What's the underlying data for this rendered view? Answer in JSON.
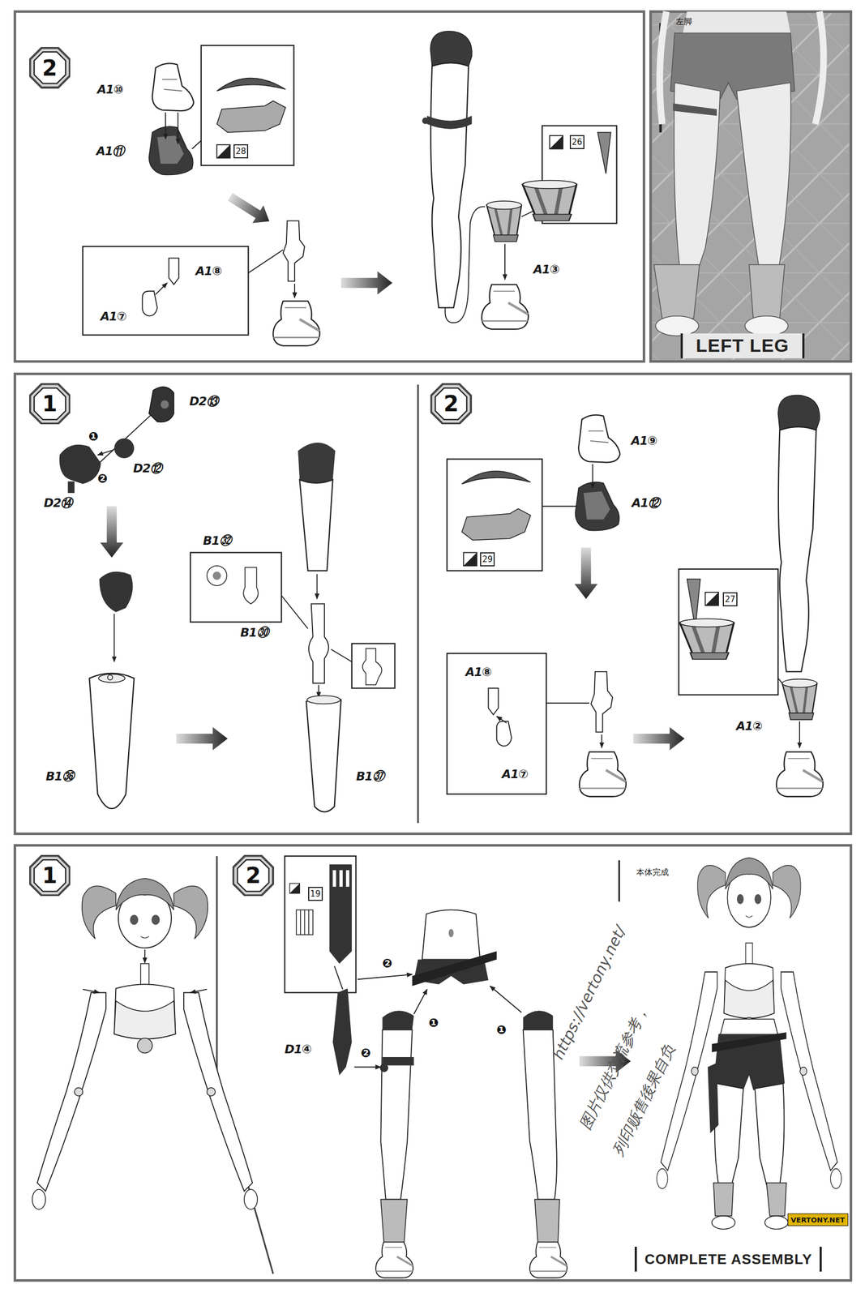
{
  "diagram": {
    "nodes": [
      {
        "text": [
          "2"
        ]
      },
      {
        "text": [
          "28"
        ]
      },
      {
        "text": [
          "26"
        ]
      },
      {
        "text": [
          "LEFT LEG"
        ]
      },
      {
        "text": [
          "1"
        ]
      },
      {
        "text": [
          "2"
        ]
      },
      {
        "text": [
          "29"
        ]
      },
      {
        "text": [
          "27"
        ]
      },
      {
        "text": [
          "1"
        ]
      },
      {
        "text": [
          "2"
        ]
      },
      {
        "text": [
          "19"
        ]
      },
      {
        "text": [
          "COMPLETE ASSEMBLY"
        ]
      }
    ],
    "labels": [
      "A1⑩",
      "A1⑪",
      "A1⑧",
      "A1⑦",
      "A1③",
      "左脚",
      "D2⑬",
      "❶",
      "D2⑫",
      "❷",
      "D2⑭",
      "B1㉜",
      "B1㉚",
      "B1㊱",
      "B1㊲",
      "A1⑨",
      "A1⑫",
      "A1⑧",
      "A1⑦",
      "A1②",
      "D1④",
      "❷",
      "❷",
      "❶",
      "❶",
      "本体完成",
      "https://vertony.net/",
      "图片仅供交流参考，",
      "列印贩售後果自负",
      "VERTONY.NET"
    ]
  }
}
